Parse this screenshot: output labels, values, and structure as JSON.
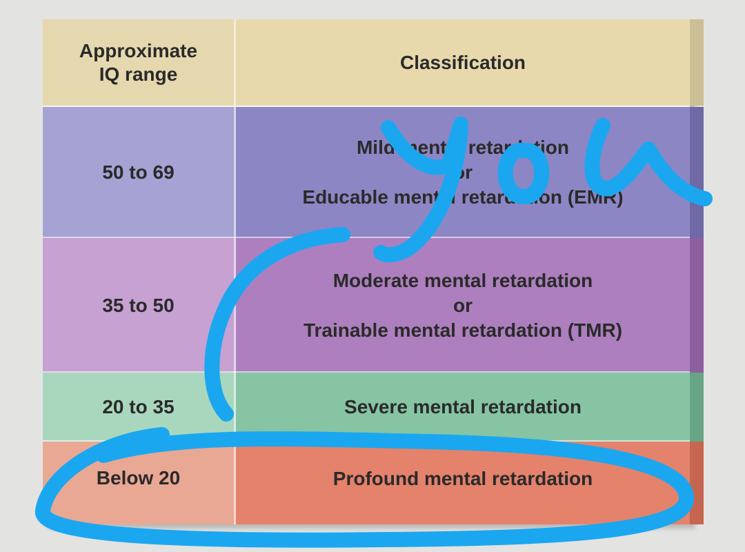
{
  "table": {
    "header": {
      "iq_range": "Approximate\nIQ range",
      "classification": "Classification"
    },
    "rows": [
      {
        "iq": "50 to 69",
        "classification_lines": [
          "Mild mental retardation",
          "or",
          "Educable mental retardation (EMR)"
        ]
      },
      {
        "iq": "35 to 50",
        "classification_lines": [
          "Moderate mental retardation",
          "or",
          "Trainable mental retardation (TMR)"
        ]
      },
      {
        "iq": "20 to 35",
        "classification_lines": [
          "Severe mental retardation"
        ]
      },
      {
        "iq": "Below 20",
        "classification_lines": [
          "Profound mental retardation"
        ]
      }
    ]
  },
  "annotation": {
    "handwritten_text": "you",
    "ink_color": "#1aa7f0"
  },
  "colors": {
    "header_left": "#e6d8ae",
    "header_right": "#e8d9ad",
    "mild_left": "#a6a2d3",
    "mild_right": "#8c86c4",
    "moderate_left": "#c6a1d2",
    "moderate_right": "#ad7fbe",
    "severe_left": "#a9d7bd",
    "severe_right": "#86c4a4",
    "profound_left": "#e9a894",
    "profound_right": "#e4826c"
  }
}
